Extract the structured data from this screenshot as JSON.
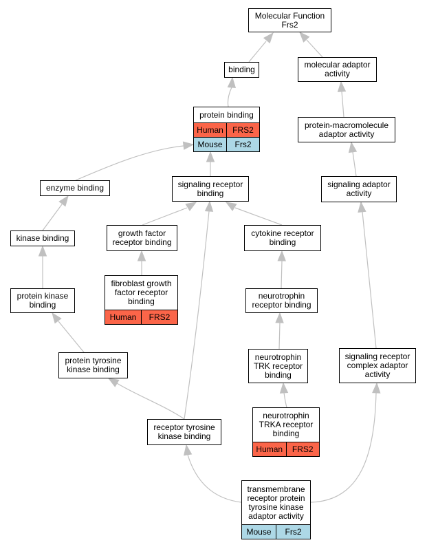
{
  "nodes": {
    "root": {
      "label": [
        "Molecular Function",
        "Frs2"
      ]
    },
    "binding": {
      "label": [
        "binding"
      ]
    },
    "mol_adaptor": {
      "label": [
        "molecular adaptor",
        "activity"
      ]
    },
    "protein_binding": {
      "label": [
        "protein binding"
      ],
      "rows": [
        [
          "Human",
          "FRS2"
        ],
        [
          "Mouse",
          "Frs2"
        ]
      ]
    },
    "prot_macro": {
      "label": [
        "protein-macromolecule",
        "adaptor activity"
      ]
    },
    "enzyme": {
      "label": [
        "enzyme binding"
      ]
    },
    "sig_rec": {
      "label": [
        "signaling receptor",
        "binding"
      ]
    },
    "sig_adaptor": {
      "label": [
        "signaling adaptor",
        "activity"
      ]
    },
    "kinase": {
      "label": [
        "kinase binding"
      ]
    },
    "gf": {
      "label": [
        "growth factor",
        "receptor binding"
      ]
    },
    "cytokine": {
      "label": [
        "cytokine receptor",
        "binding"
      ]
    },
    "fgf": {
      "label": [
        "fibroblast growth",
        "factor receptor",
        "binding"
      ],
      "rows": [
        [
          "Human",
          "FRS2"
        ]
      ]
    },
    "pk": {
      "label": [
        "protein kinase",
        "binding"
      ]
    },
    "ntr": {
      "label": [
        "neurotrophin",
        "receptor binding"
      ]
    },
    "ptk": {
      "label": [
        "protein tyrosine",
        "kinase binding"
      ]
    },
    "trk": {
      "label": [
        "neurotrophin",
        "TRK receptor",
        "binding"
      ]
    },
    "src": {
      "label": [
        "signaling receptor",
        "complex adaptor",
        "activity"
      ]
    },
    "trka": {
      "label": [
        "neurotrophin",
        "TRKA receptor",
        "binding"
      ],
      "rows": [
        [
          "Human",
          "FRS2"
        ]
      ]
    },
    "rtk": {
      "label": [
        "receptor tyrosine",
        "kinase binding"
      ]
    },
    "trans": {
      "label": [
        "transmembrane",
        "receptor protein",
        "tyrosine kinase",
        "adaptor activity"
      ],
      "rows": [
        [
          "Mouse",
          "Frs2"
        ]
      ]
    }
  },
  "colors": {
    "human": "#fb6549",
    "mouse": "#add8e6",
    "edge": "#c0c0c0"
  }
}
